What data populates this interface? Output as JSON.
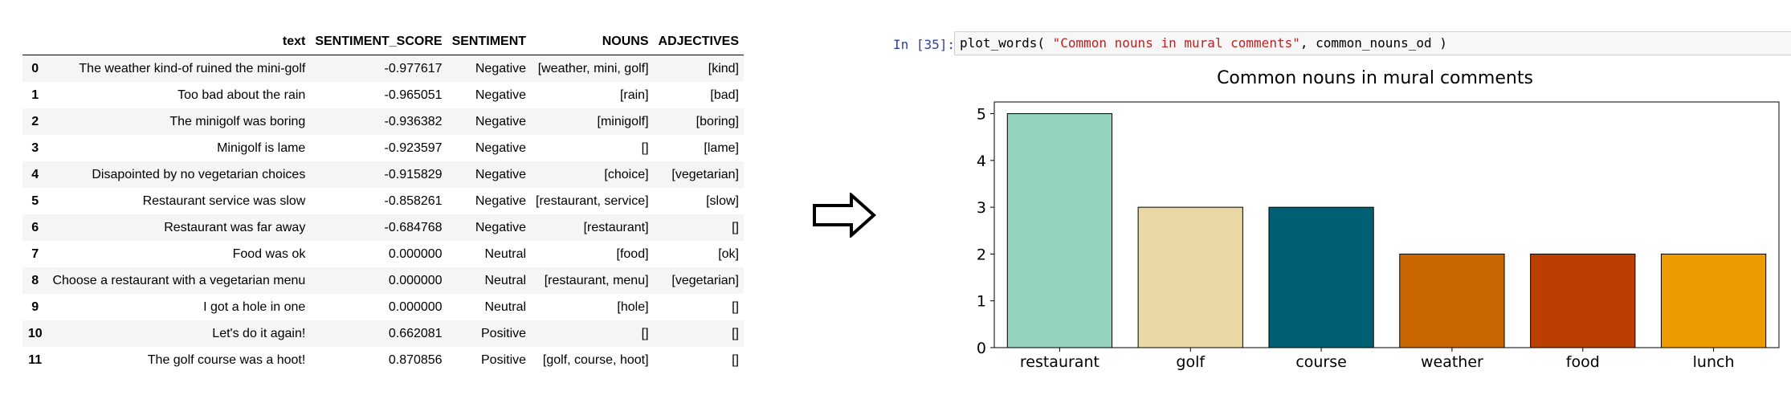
{
  "table": {
    "columns": [
      "",
      "text",
      "SENTIMENT_SCORE",
      "SENTIMENT",
      "NOUNS",
      "ADJECTIVES"
    ],
    "rows": [
      [
        "0",
        "The weather kind-of ruined the mini-golf",
        "-0.977617",
        "Negative",
        "[weather, mini, golf]",
        "[kind]"
      ],
      [
        "1",
        "Too bad about the rain",
        "-0.965051",
        "Negative",
        "[rain]",
        "[bad]"
      ],
      [
        "2",
        "The minigolf was boring",
        "-0.936382",
        "Negative",
        "[minigolf]",
        "[boring]"
      ],
      [
        "3",
        "Minigolf is lame",
        "-0.923597",
        "Negative",
        "[]",
        "[lame]"
      ],
      [
        "4",
        "Disapointed by no vegetarian choices",
        "-0.915829",
        "Negative",
        "[choice]",
        "[vegetarian]"
      ],
      [
        "5",
        "Restaurant service was slow",
        "-0.858261",
        "Negative",
        "[restaurant, service]",
        "[slow]"
      ],
      [
        "6",
        "Restaurant was far away",
        "-0.684768",
        "Negative",
        "[restaurant]",
        "[]"
      ],
      [
        "7",
        "Food was ok",
        "0.000000",
        "Neutral",
        "[food]",
        "[ok]"
      ],
      [
        "8",
        "Choose a restaurant with a vegetarian menu",
        "0.000000",
        "Neutral",
        "[restaurant, menu]",
        "[vegetarian]"
      ],
      [
        "9",
        "I got a hole in one",
        "0.000000",
        "Neutral",
        "[hole]",
        "[]"
      ],
      [
        "10",
        "Let's do it again!",
        "0.662081",
        "Positive",
        "[]",
        "[]"
      ],
      [
        "11",
        "The golf course was a hoot!",
        "0.870856",
        "Positive",
        "[golf, course, hoot]",
        "[]"
      ]
    ]
  },
  "arrow_icon": "right-arrow-outline-icon",
  "cell": {
    "prompt": "In [35]:",
    "code_prefix": "plot_words( ",
    "code_string": "\"Common nouns in mural comments\"",
    "code_suffix": ", common_nouns_od )"
  },
  "chart_data": {
    "type": "bar",
    "title": "Common nouns in mural comments",
    "categories": [
      "restaurant",
      "golf",
      "course",
      "weather",
      "food",
      "lunch"
    ],
    "values": [
      5,
      3,
      3,
      2,
      2,
      2
    ],
    "colors": [
      "#94d2bd",
      "#e9d8a6",
      "#005f73",
      "#ca6702",
      "#bb3e03",
      "#ee9b00"
    ],
    "ylim": [
      0,
      5.25
    ],
    "yticks": [
      0,
      1,
      2,
      3,
      4,
      5
    ],
    "xlabel": "",
    "ylabel": "",
    "grid": false,
    "legend": false
  }
}
